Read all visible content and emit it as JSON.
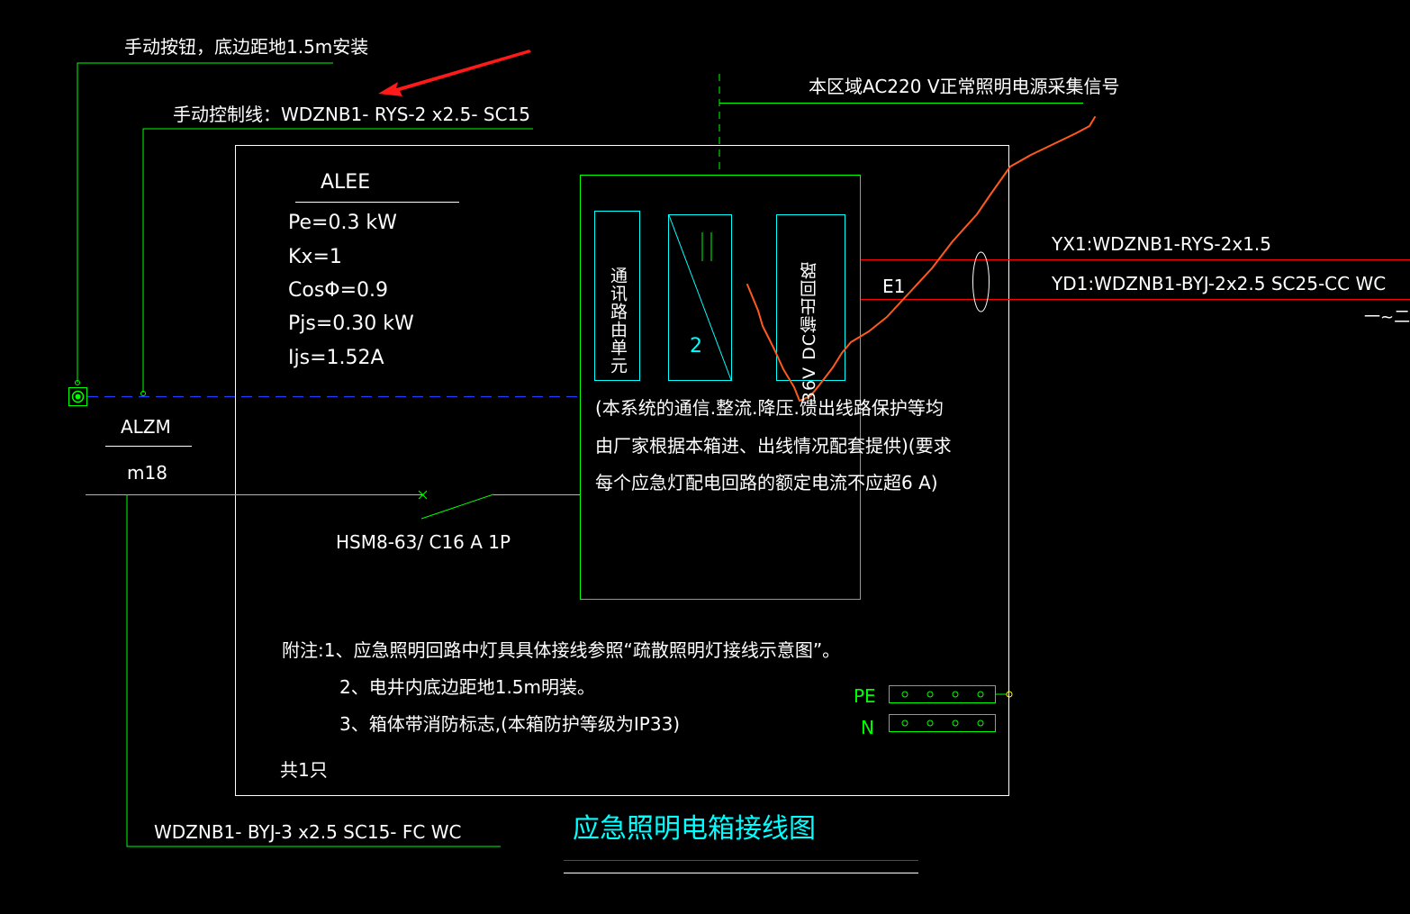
{
  "top": {
    "manual_button_note": "手动按钮，底边距地1.5m安装",
    "manual_control_line": "手动控制线：WDZNB1- RYS-2 x2.5- SC15",
    "ac_signal_note": "本区域AC220 V正常照明电源采集信号"
  },
  "panel": {
    "name": "ALEE",
    "params": [
      "Pe=0.3 kW",
      "Kx=1",
      "CosΦ=0.9",
      "Pjs=0.30 kW",
      "Ijs=1.52A"
    ]
  },
  "feeder": {
    "source_name": "ALZM",
    "source_circuit": "m18",
    "breaker": "HSM8-63/ C16 A 1P",
    "cable": "WDZNB1- BYJ-3 x2.5  SC15- FC  WC"
  },
  "module": {
    "unit_comm": "通讯路由单元",
    "unit_rect_num": "2",
    "unit_dc": "36V DC输出回路",
    "note_lines": [
      "(本系统的通信.整流.降压.馈出线路保护等均",
      "由厂家根据本箱进、出线情况配套提供)(要求",
      "每个应急灯配电回路的额定电流不应超6 A)"
    ]
  },
  "output": {
    "e_label": "E1",
    "line_yx": "YX1:WDZNB1-RYS-2x1.5",
    "line_yd": "YD1:WDZNB1-BYJ-2x2.5  SC25-CC  WC",
    "floors": "一~二层"
  },
  "bus": {
    "pe": "PE",
    "n": "N"
  },
  "notes": {
    "n1": "附注:1、应急照明回路中灯具具体接线参照“疏散照明灯接线示意图”。",
    "n2": "2、电井内底边距地1.5m明装。",
    "n3": "3、箱体带消防标志,(本箱防护等级为IP33)",
    "qty": "共1只"
  },
  "title": "应急照明电箱接线图",
  "colors": {
    "background": "#000000",
    "frame": "#ffffff",
    "green": "#00ff00",
    "cyan": "#00ffff",
    "blue": "#0000ff",
    "red": "#ff0000",
    "orange_markup": "#ff5a1e",
    "arrow": "#ff1a1a"
  }
}
